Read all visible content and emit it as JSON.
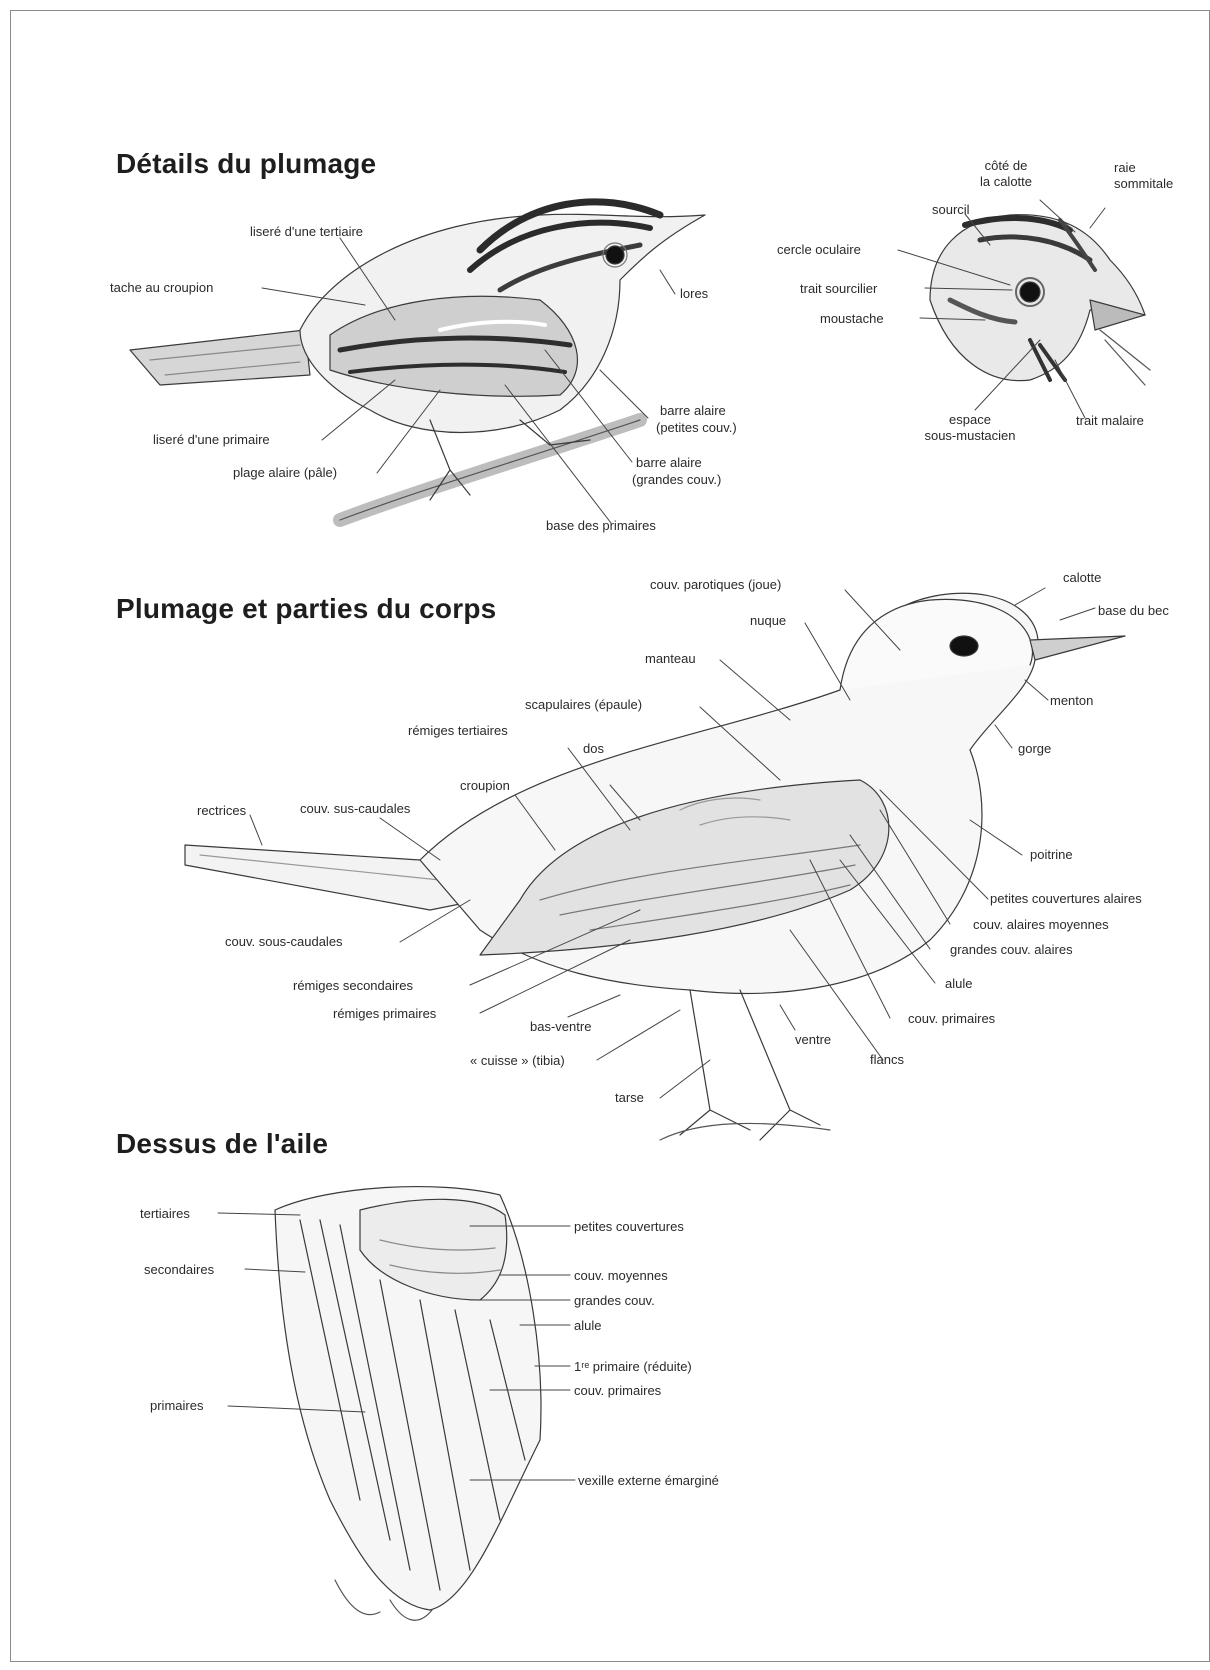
{
  "sections": {
    "plumage_details": {
      "title": "Détails du plumage",
      "labels": {
        "lisere_tertiaire": "liseré d'une tertiaire",
        "tache_croupion": "tache au croupion",
        "lores": "lores",
        "lisere_primaire": "liseré d'une primaire",
        "plage_alaire": "plage alaire (pâle)",
        "barre_petites_1": "barre alaire",
        "barre_petites_2": "(petites couv.)",
        "barre_grandes_1": "barre alaire",
        "barre_grandes_2": "(grandes couv.)",
        "base_primaires": "base des primaires",
        "cote_calotte_1": "côté de",
        "cote_calotte_2": "la calotte",
        "raie_1": "raie",
        "raie_2": "sommitale",
        "sourcil": "sourcil",
        "cercle_oculaire": "cercle oculaire",
        "trait_sourcilier": "trait sourcilier",
        "moustache": "moustache",
        "espace_1": "espace",
        "espace_2": "sous-mustacien",
        "trait_malaire": "trait malaire"
      }
    },
    "body_parts": {
      "title": "Plumage et parties du corps",
      "labels": {
        "parotiques": "couv. parotiques (joue)",
        "calotte": "calotte",
        "base_bec": "base du bec",
        "nuque": "nuque",
        "manteau": "manteau",
        "menton": "menton",
        "scapulaires": "scapulaires (épaule)",
        "gorge": "gorge",
        "remiges_tertiaires": "rémiges tertiaires",
        "dos": "dos",
        "croupion": "croupion",
        "rectrices": "rectrices",
        "sus_caudales": "couv. sus-caudales",
        "poitrine": "poitrine",
        "petites_couvertures": "petites couvertures alaires",
        "moyennes": "couv. alaires moyennes",
        "grandes": "grandes couv. alaires",
        "sous_caudales": "couv. sous-caudales",
        "alule": "alule",
        "remiges_secondaires": "rémiges secondaires",
        "couv_primaires": "couv. primaires",
        "remiges_primaires": "rémiges primaires",
        "bas_ventre": "bas-ventre",
        "ventre": "ventre",
        "cuisse": "« cuisse » (tibia)",
        "flancs": "flancs",
        "tarse": "tarse"
      }
    },
    "wing_top": {
      "title": "Dessus de l'aile",
      "labels": {
        "tertiaires": "tertiaires",
        "petites_couvertures": "petites couvertures",
        "secondaires": "secondaires",
        "couv_moyennes": "couv. moyennes",
        "grandes_couv": "grandes couv.",
        "alule": "alule",
        "premiere_primaire": "1ʳᵉ primaire (réduite)",
        "couv_primaires": "couv. primaires",
        "primaires": "primaires",
        "vexille": "vexille externe émarginé"
      }
    }
  }
}
